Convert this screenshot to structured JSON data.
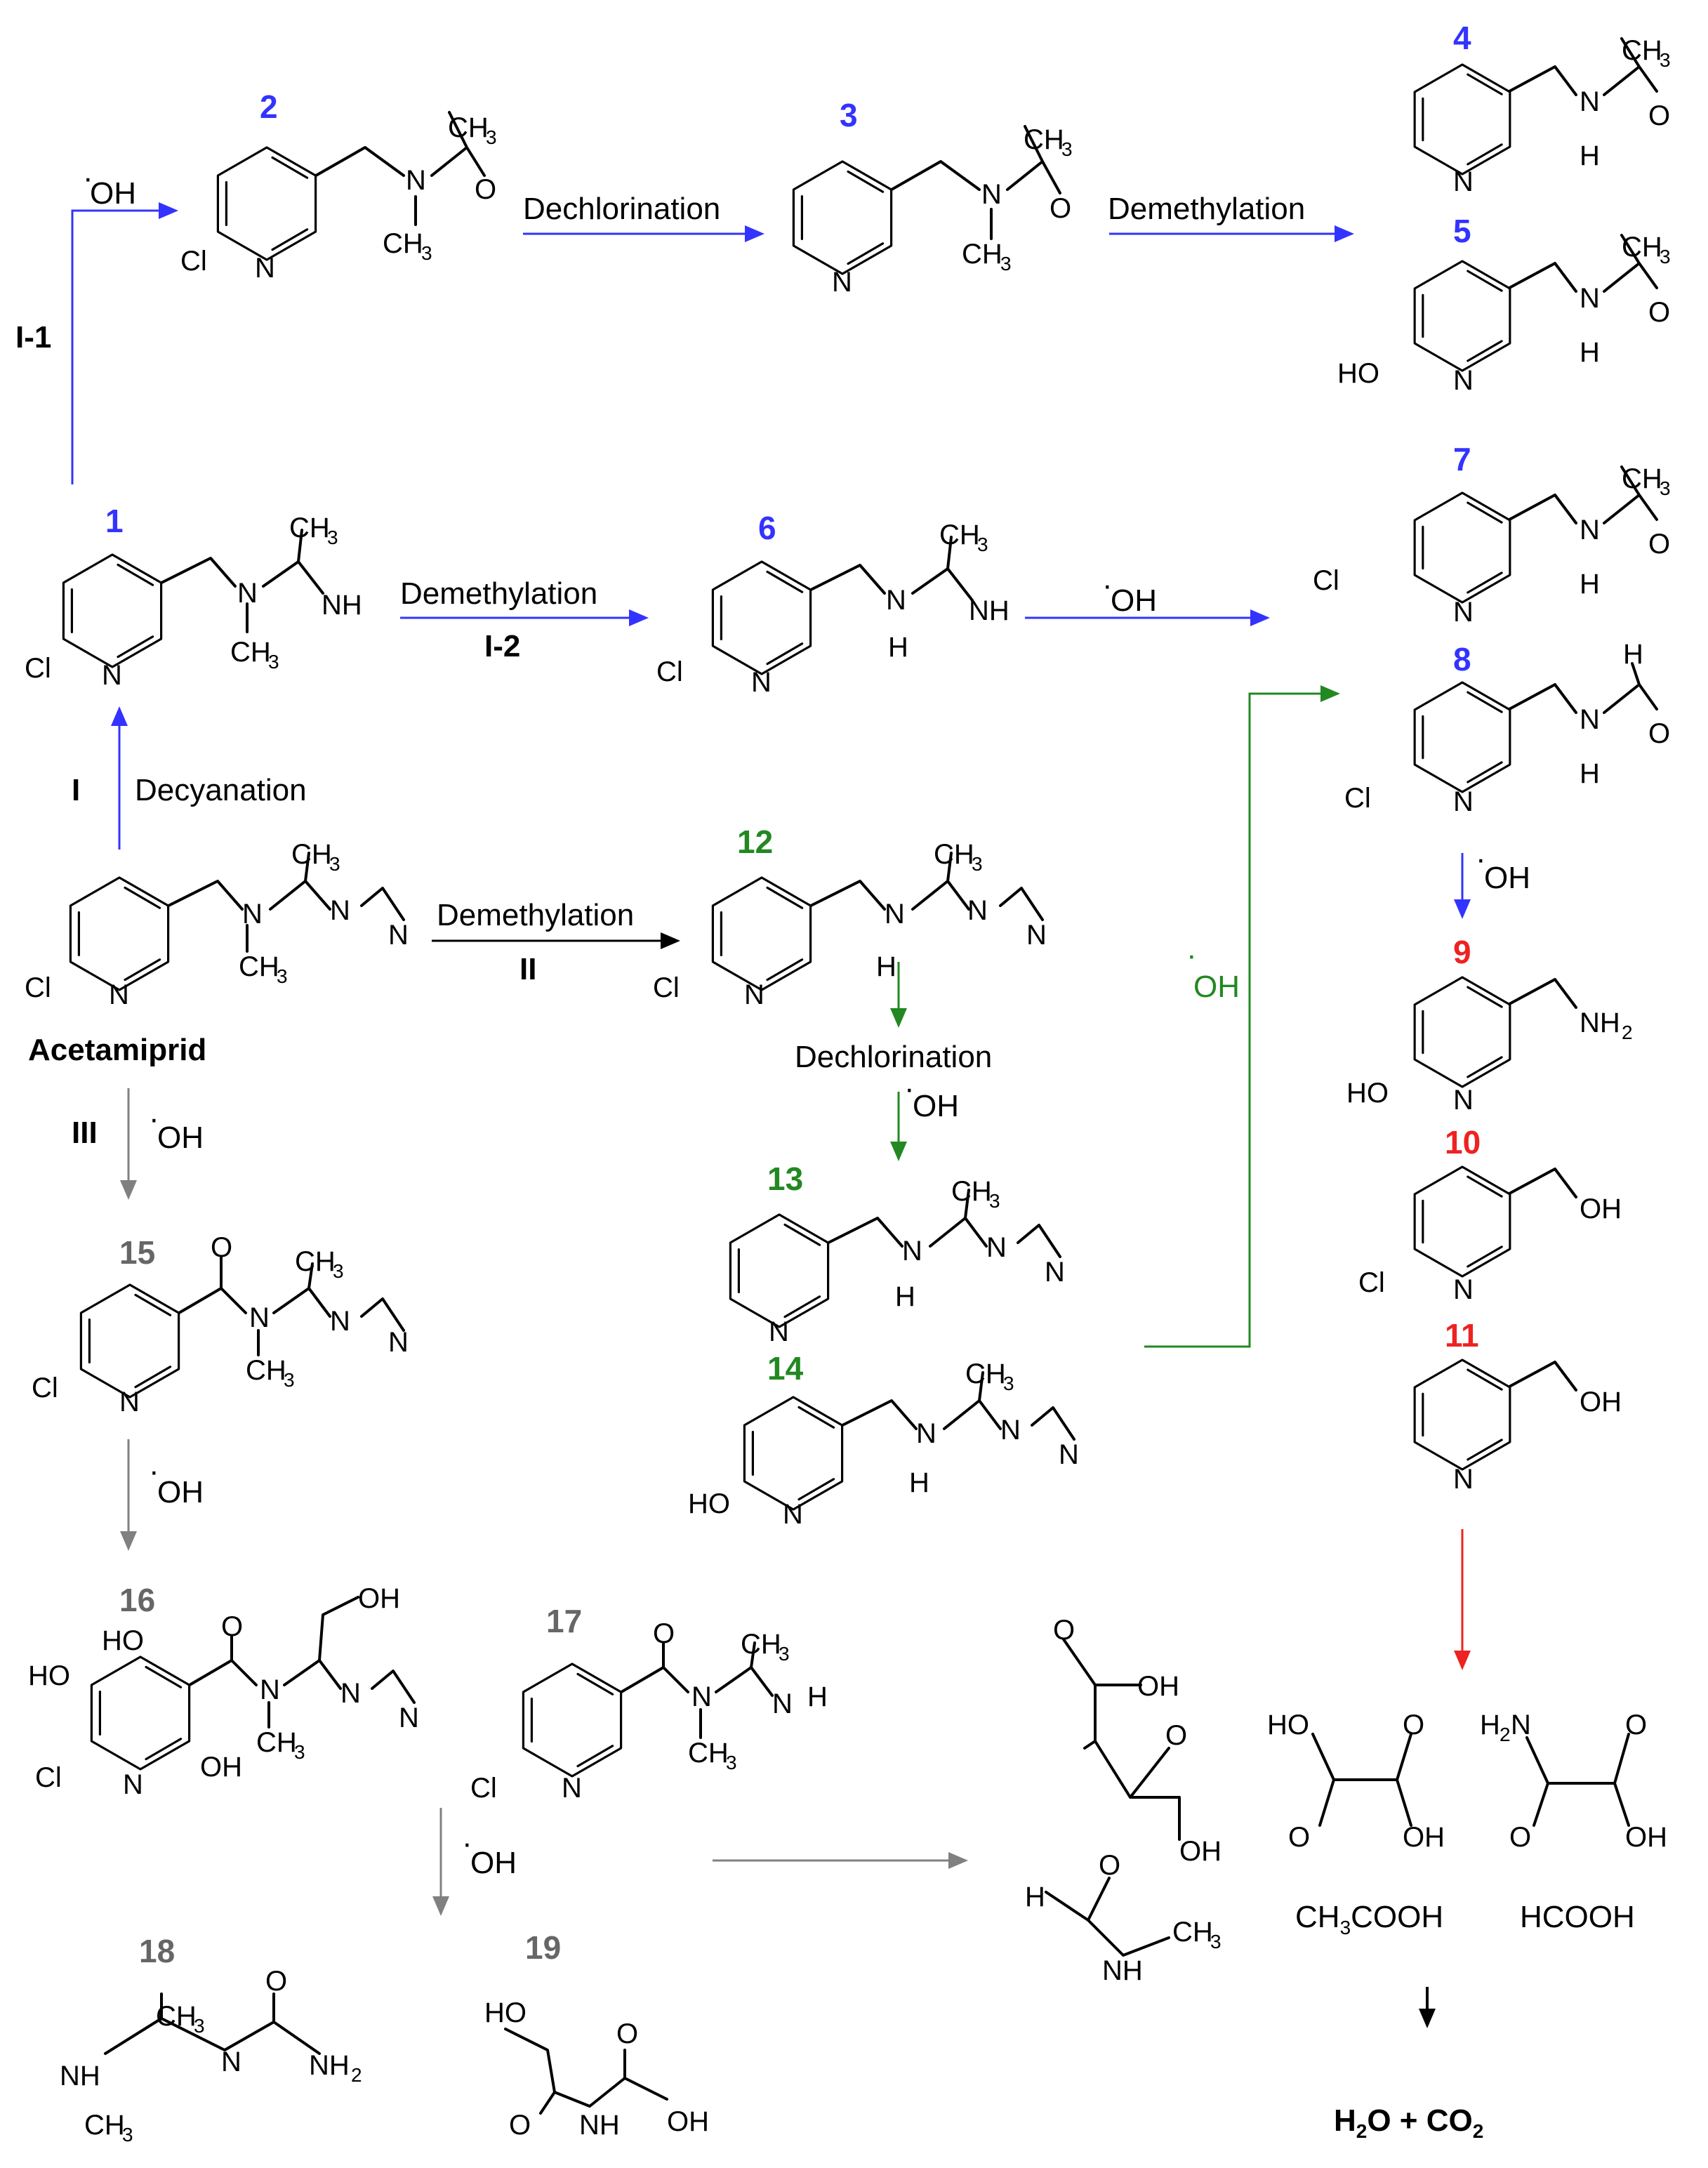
{
  "colors": {
    "blue": "#3333ff",
    "green": "#228822",
    "gray": "#808080",
    "red": "#ee2222",
    "black": "#000000"
  },
  "pathways": {
    "I": "I",
    "I1": "I-1",
    "I2": "I-2",
    "II": "II",
    "III": "III"
  },
  "steps": {
    "dechlorination": "Dechlorination",
    "demethylation": "Demethylation",
    "decyanation": "Decyanation",
    "oh": "OH",
    "radical_dot": "·"
  },
  "compounds": {
    "parent": "Acetamiprid",
    "c1": "1",
    "c2": "2",
    "c3": "3",
    "c4": "4",
    "c5": "5",
    "c6": "6",
    "c7": "7",
    "c8": "8",
    "c9": "9",
    "c10": "10",
    "c11": "11",
    "c12": "12",
    "c13": "13",
    "c14": "14",
    "c15": "15",
    "c16": "16",
    "c17": "17",
    "c18": "18",
    "c19": "19"
  },
  "atoms": {
    "cl": "Cl",
    "n": "N",
    "nh": "NH",
    "h": "H",
    "o": "O",
    "oh": "OH",
    "ho": "HO",
    "ch3": "CH",
    "three": "3",
    "two": "2",
    "nh2": "NH",
    "h2n": "H",
    "n_letter": "N"
  },
  "products": {
    "acetic_acid_a": "CH",
    "acetic_acid_sub": "3",
    "acetic_acid_b": "COOH",
    "formic_acid": "HCOOH",
    "final_a": "H",
    "final_sub1": "2",
    "final_b": "O + CO",
    "final_sub2": "2"
  }
}
